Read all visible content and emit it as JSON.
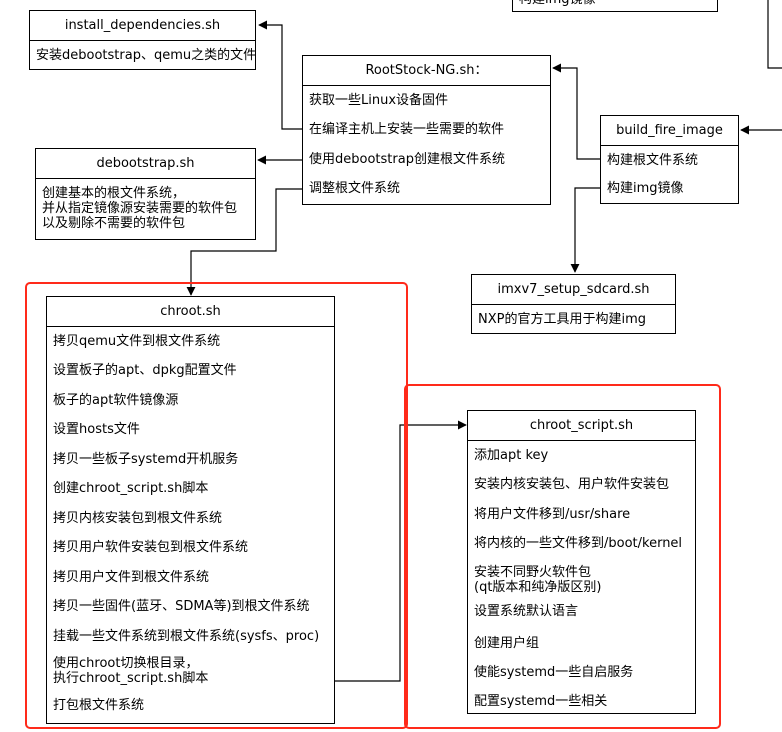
{
  "diagram": {
    "top_clip": {
      "text": "构建img镜像"
    },
    "install_dependencies": {
      "title": "install_dependencies.sh",
      "items": [
        "安装debootstrap、qemu之类的文件"
      ]
    },
    "rootstock": {
      "title": "RootStock-NG.sh：",
      "items": [
        "获取一些Linux设备固件",
        "在编译主机上安装一些需要的软件",
        "使用debootstrap创建根文件系统",
        "调整根文件系统"
      ]
    },
    "debootstrap": {
      "title": "debootstrap.sh",
      "items": [
        "创建基本的根文件系统，\n并从指定镜像源安装需要的软件包\n以及剔除不需要的软件包"
      ]
    },
    "build_fire_image": {
      "title": "build_fire_image",
      "items": [
        "构建根文件系统",
        "构建img镜像"
      ]
    },
    "imxv7": {
      "title": "imxv7_setup_sdcard.sh",
      "items": [
        "NXP的官方工具用于构建img"
      ]
    },
    "chroot": {
      "title": "chroot.sh",
      "items": [
        "拷贝qemu文件到根文件系统",
        "设置板子的apt、dpkg配置文件",
        "板子的apt软件镜像源",
        "设置hosts文件",
        "拷贝一些板子systemd开机服务",
        "创建chroot_script.sh脚本",
        "拷贝内核安装包到根文件系统",
        "拷贝用户软件安装包到根文件系统",
        "拷贝用户文件到根文件系统",
        "拷贝一些固件(蓝牙、SDMA等)到根文件系统",
        "挂载一些文件系统到根文件系统(sysfs、proc)",
        "使用chroot切换根目录，\n执行chroot_script.sh脚本",
        "打包根文件系统"
      ]
    },
    "chroot_script": {
      "title": "chroot_script.sh",
      "items": [
        "添加apt key",
        "安装内核安装包、用户软件安装包",
        "将用户文件移到/usr/share",
        "将内核的一些文件移到/boot/kernel",
        "安装不同野火软件包\n(qt版本和纯净版区别)",
        "设置系统默认语言",
        "创建用户组",
        "使能systemd一些自启服务",
        "配置systemd一些相关"
      ]
    },
    "colors": {
      "stroke": "#000000",
      "highlight": "#ff2a1a",
      "background": "#ffffff"
    }
  }
}
